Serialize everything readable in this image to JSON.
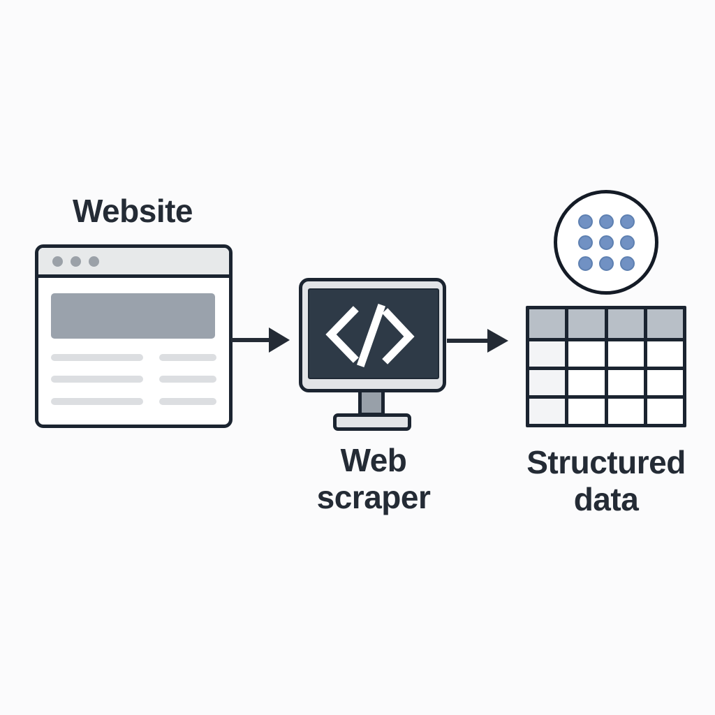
{
  "diagram": {
    "kind": "web-scraping-flow",
    "flow": [
      "Website",
      "Web scraper",
      "Structured data"
    ],
    "background": "#fbfbfc",
    "outline_color": "#1b2430",
    "text_color": "#242b35"
  },
  "nodes": {
    "website": {
      "label": "Website",
      "icon": "browser-window-icon",
      "titlebar_dots": 3,
      "text_line_rows": 3,
      "colors": {
        "titlebar": "#e7e9ea",
        "titlebar_dot": "#9ba1a8",
        "hero_block": "#9aa2ac",
        "text_line": "#dcdee1"
      }
    },
    "web_scraper": {
      "label_line1": "Web",
      "label_line2": "scraper",
      "icon": "monitor-code-icon",
      "code_glyph": "</>",
      "colors": {
        "frame": "#e2e4e7",
        "screen": "#2e3a47",
        "glyph": "#ffffff",
        "stand_neck": "#98a0a9"
      }
    },
    "structured_data": {
      "label_line1": "Structured",
      "label_line2": "data",
      "icons": [
        "dot-grid-circle-icon",
        "table-icon"
      ],
      "dot_grid": {
        "rows": 3,
        "columns": 3,
        "dot_color": "#7191c3",
        "dot_border": "#5e80b1"
      },
      "table": {
        "rows": 4,
        "columns": 4,
        "header_row": true,
        "colors": {
          "header": "#b8bfc7",
          "body": "#ffffff",
          "first_column": "#f3f4f6",
          "grid_lines": "#1b2430"
        }
      }
    },
    "arrows": {
      "count": 2,
      "direction": "right",
      "color": "#242b35"
    }
  }
}
